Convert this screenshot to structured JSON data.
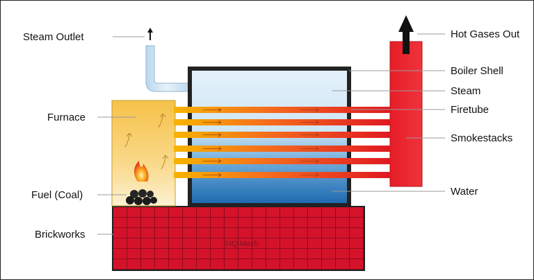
{
  "labels_left": {
    "steam_outlet": "Steam Outlet",
    "furnace": "Furnace",
    "fuel": "Fuel (Coal)",
    "brickworks": "Brickworks"
  },
  "labels_right": {
    "hot_gases_out": "Hot Gases Out",
    "boiler_shell": "Boiler Shell",
    "steam": "Steam",
    "firetube": "Firetube",
    "smokestacks": "Smokestacks",
    "water": "Water"
  },
  "watermark": "©IQ Mech",
  "colors": {
    "furnace": "#f7c84a",
    "firetube_hot": "#f8b400",
    "firetube_cool": "#e01822",
    "smokestack": "#e8202a",
    "brickwork": "#d4132b",
    "brick_lines": "#8f0a1c",
    "steam": "#d6ecf7",
    "water": "#1f6fb5",
    "shell": "#222222",
    "steam_pipe": "#cfe4f2"
  }
}
